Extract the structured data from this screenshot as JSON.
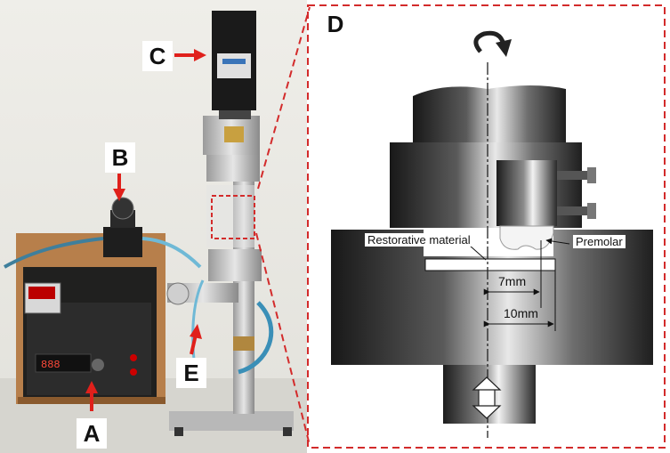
{
  "photo": {
    "labels": {
      "a": "A",
      "b": "B",
      "c": "C",
      "e": "E"
    },
    "device": {
      "display_readout": "888"
    }
  },
  "diagram": {
    "panel_label": "D",
    "restorative_material_label": "Restorative material",
    "premolar_label": "Premolar",
    "dim_7": "7mm",
    "dim_10": "10mm"
  },
  "colors": {
    "arrow": "#e0201b",
    "border_dashed": "#d32b2b",
    "metal_dark": "#2b2b2b",
    "metal_light": "#d9d9d9",
    "wood": "#c48a55",
    "wall": "#ecebe6"
  },
  "icons": [
    "rotation-arrow-icon",
    "vertical-double-arrow-icon",
    "red-arrow-icon"
  ]
}
